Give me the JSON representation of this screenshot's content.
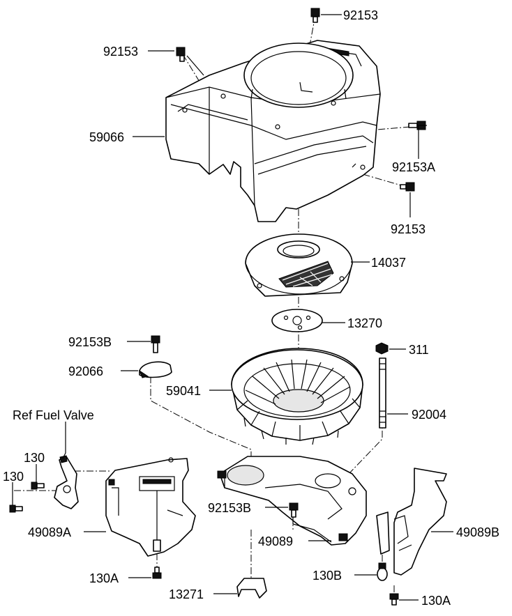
{
  "labels": {
    "p92153_top": "92153",
    "p92153_left": "92153",
    "p59066": "59066",
    "p92153A": "92153A",
    "p92153_right": "92153",
    "p14037": "14037",
    "p13270": "13270",
    "p92153B_top": "92153B",
    "p311": "311",
    "p92066": "92066",
    "p59041": "59041",
    "p92004": "92004",
    "ref_fuel_valve": "Ref Fuel Valve",
    "p130_a": "130",
    "p130_b": "130",
    "p49089A": "49089A",
    "p92153B_mid": "92153B",
    "p49089": "49089",
    "p49089B": "49089B",
    "p130A_left": "130A",
    "p130B": "130B",
    "p13271": "13271",
    "p130A_right": "130A"
  }
}
